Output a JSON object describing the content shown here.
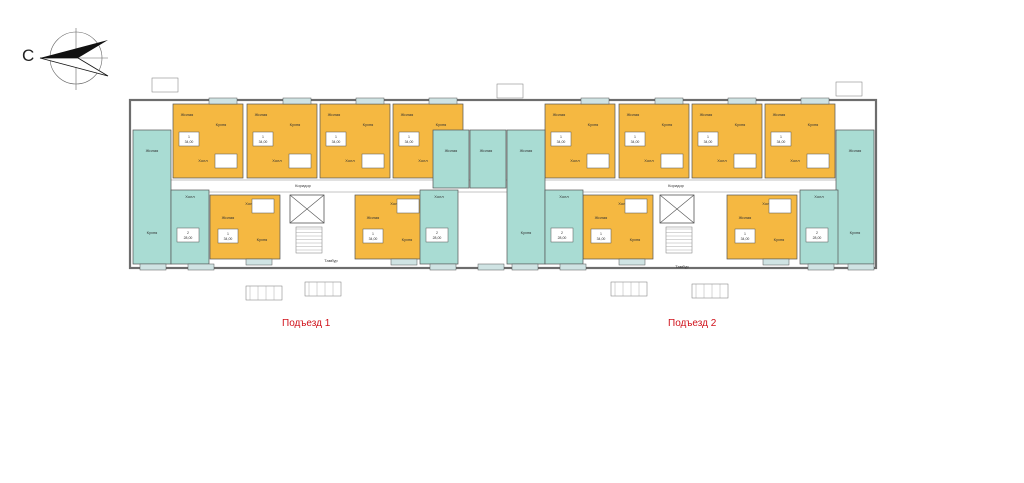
{
  "compass": {
    "letter": "С"
  },
  "entrances": [
    "Подъезд 1",
    "Подъезд 2"
  ],
  "labels": {
    "living": "Жилая",
    "kitchen": "Кухня",
    "hall": "Холл",
    "corridor": "Коридор",
    "vestibule": "Тамбур"
  },
  "colors": {
    "one_room": "#f5b841",
    "two_room": "#a9dcd3",
    "wall": "#6d6d6d",
    "common_area": "#ffffff",
    "balcony": "#cfe3e3",
    "entrance_text": "#d0121b"
  },
  "apartments": [
    {
      "rooms": "1",
      "area": "34,00"
    },
    {
      "rooms": "2",
      "area": "28,00"
    }
  ]
}
